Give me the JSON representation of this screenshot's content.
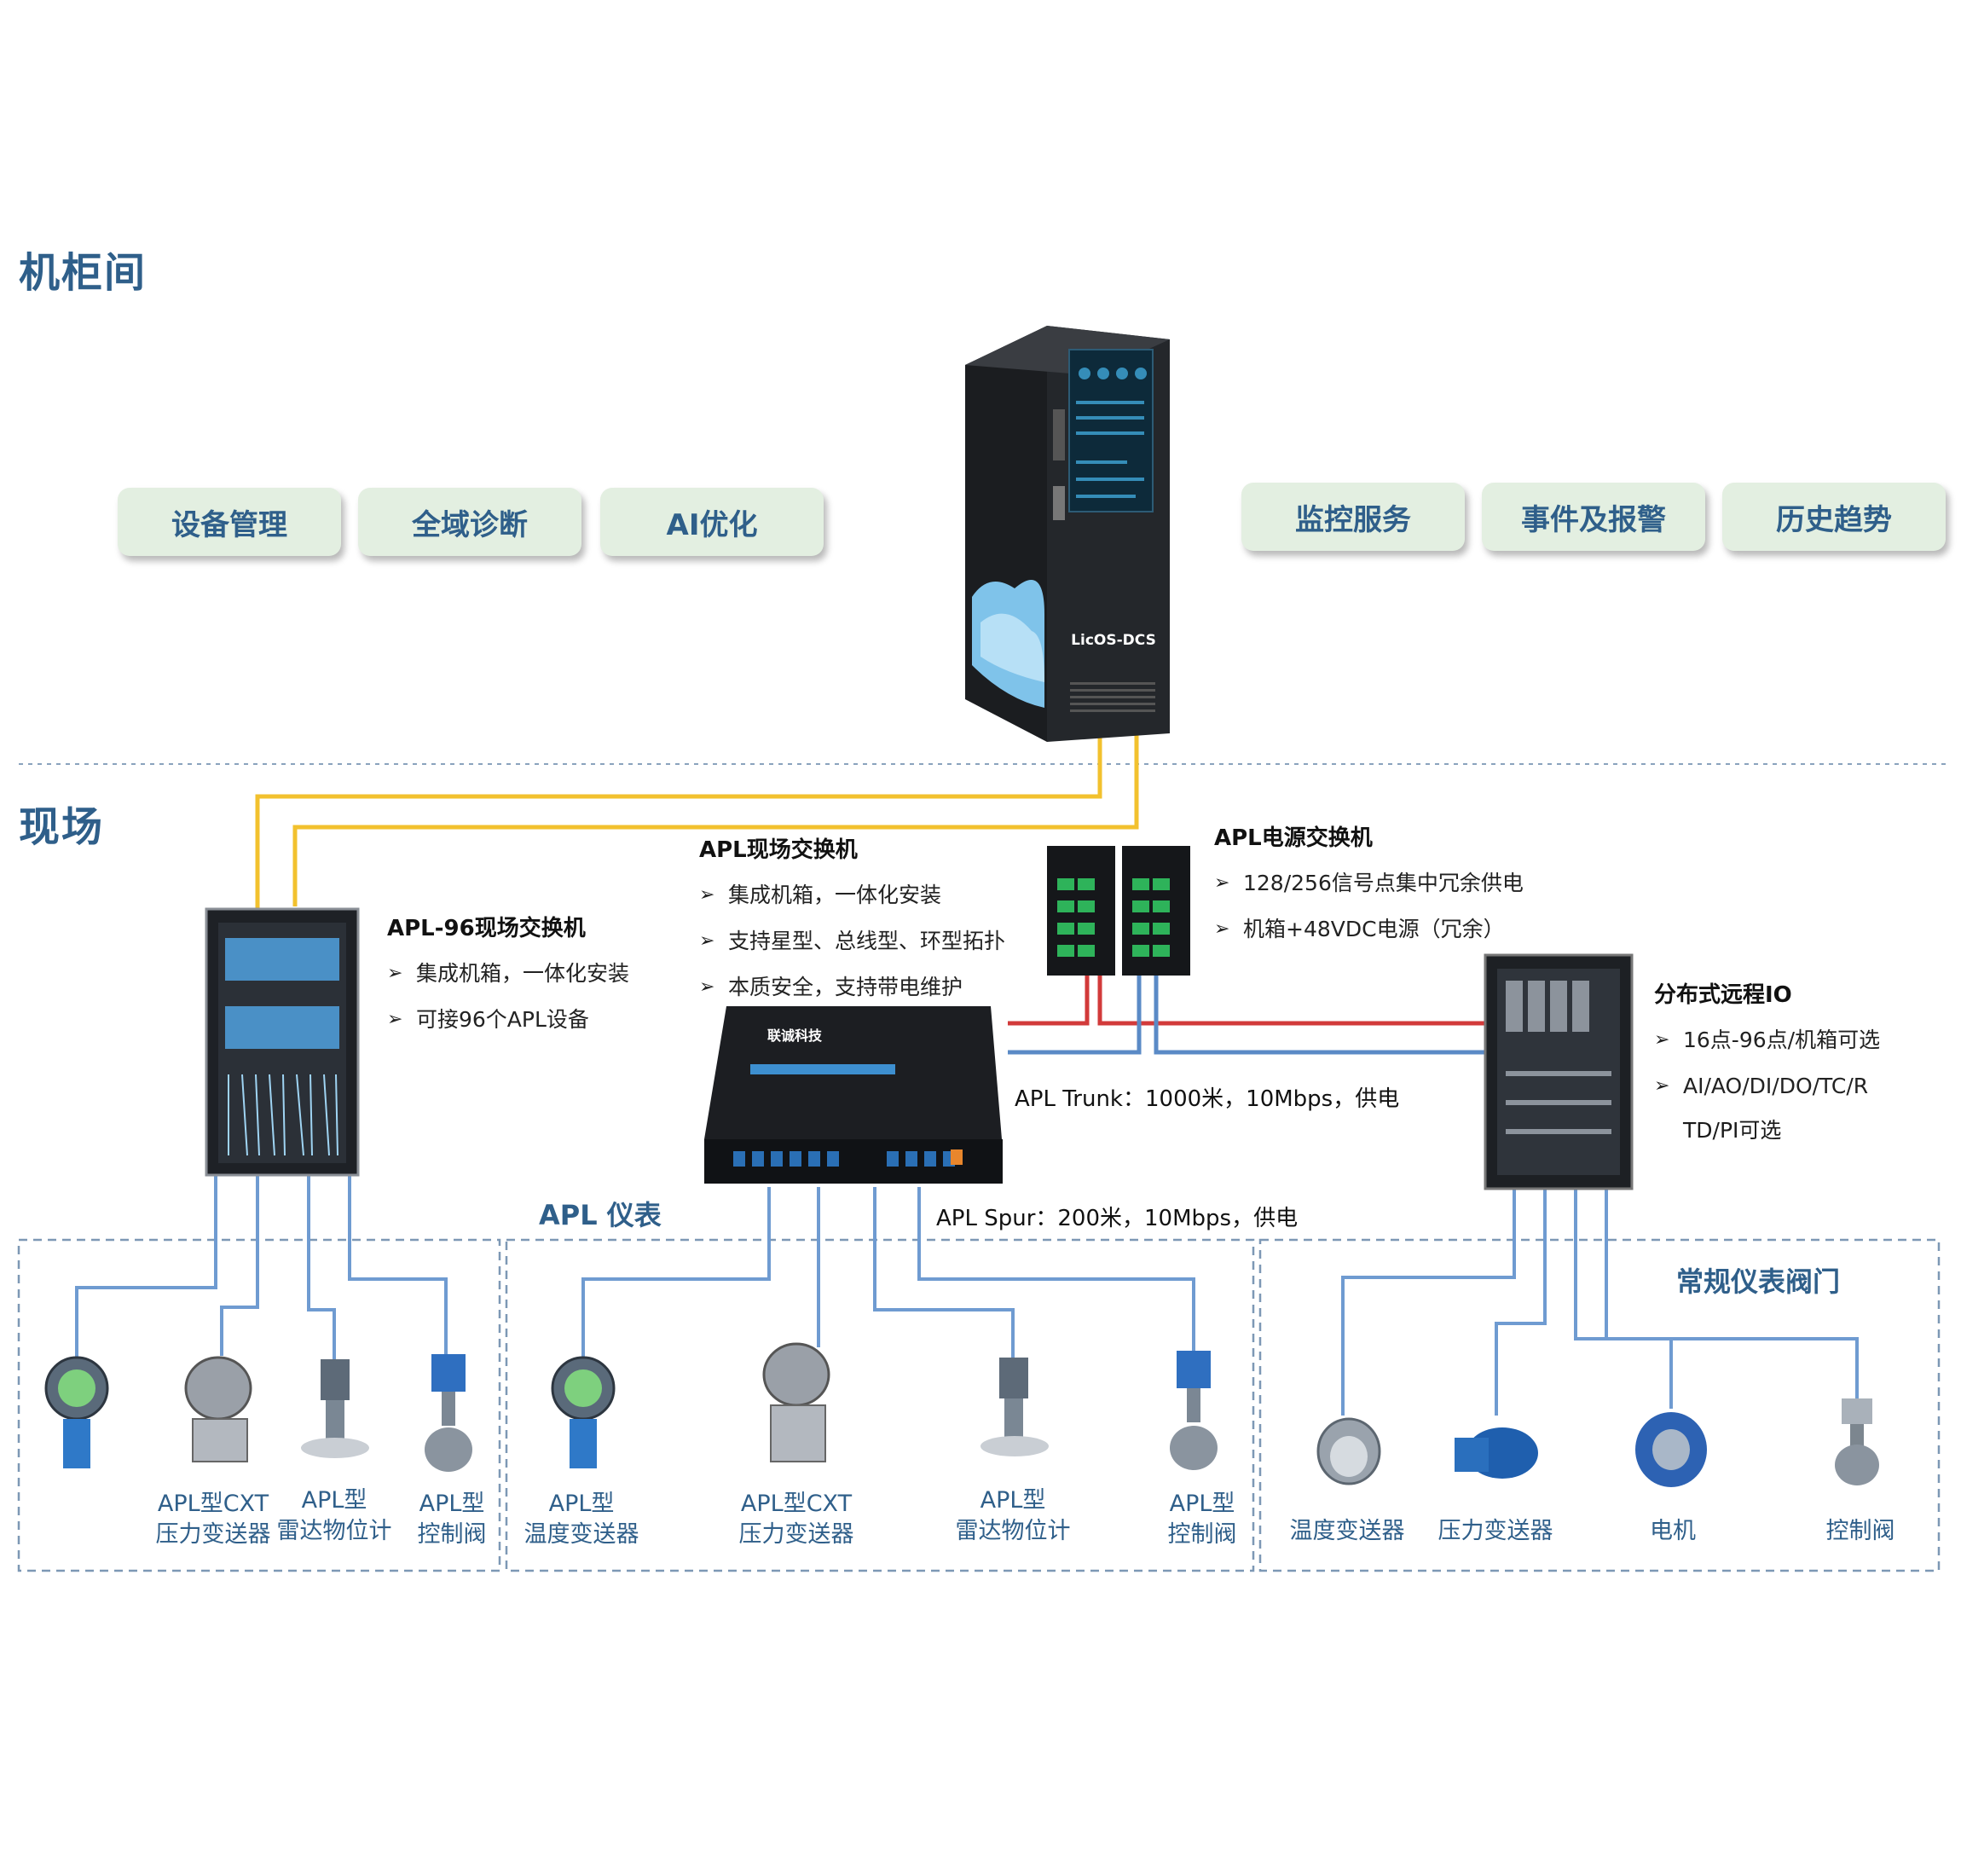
{
  "sections": {
    "cabinet_room": "机柜间",
    "field": "现场"
  },
  "function_buttons_left": [
    "设备管理",
    "全域诊断",
    "AI优化"
  ],
  "function_buttons_right": [
    "监控服务",
    "事件及报警",
    "历史趋势"
  ],
  "server": {
    "label": "LicOS-DCS"
  },
  "apl96": {
    "title": "APL-96现场交换机",
    "bullets": [
      "集成机箱，一体化安装",
      "可接96个APL设备"
    ]
  },
  "field_switch": {
    "title": "APL现场交换机",
    "bullets": [
      "集成机箱，一体化安装",
      "支持星型、总线型、环型拓扑",
      "本质安全，支持带电维护"
    ],
    "brand": "联诚科技"
  },
  "power_switch": {
    "title": "APL电源交换机",
    "bullets": [
      "128/256信号点集中冗余供电",
      "机箱+48VDC电源（冗余）"
    ]
  },
  "remote_io": {
    "title": "分布式远程IO",
    "bullets": [
      "16点-96点/机箱可选",
      "AI/AO/DI/DO/TC/R",
      "TD/PI可选"
    ]
  },
  "links": {
    "trunk": "APL Trunk：1000米，10Mbps，供电",
    "spur": "APL Spur：200米，10Mbps，供电"
  },
  "groups": {
    "apl_instruments": "APL 仪表",
    "conventional": "常规仪表阀门"
  },
  "instruments": {
    "g1": [
      [
        "APL型CXT",
        "压力变送器"
      ],
      [
        "APL型",
        "雷达物位计"
      ],
      [
        "APL型",
        "控制阀"
      ]
    ],
    "g2": [
      [
        "APL型",
        "温度变送器"
      ],
      [
        "APL型CXT",
        "压力变送器"
      ],
      [
        "APL型",
        "雷达物位计"
      ],
      [
        "APL型",
        "控制阀"
      ]
    ],
    "g3": [
      "温度变送器",
      "压力变送器",
      "电机",
      "控制阀"
    ]
  },
  "colors": {
    "title_blue": "#2f5f8a",
    "button_bg": "#e3efe1",
    "trunk_yellow": "#f2c12e",
    "power_red": "#d23a3a",
    "signal_blue": "#5a8ac6",
    "spur_blue": "#6f9bd1"
  }
}
